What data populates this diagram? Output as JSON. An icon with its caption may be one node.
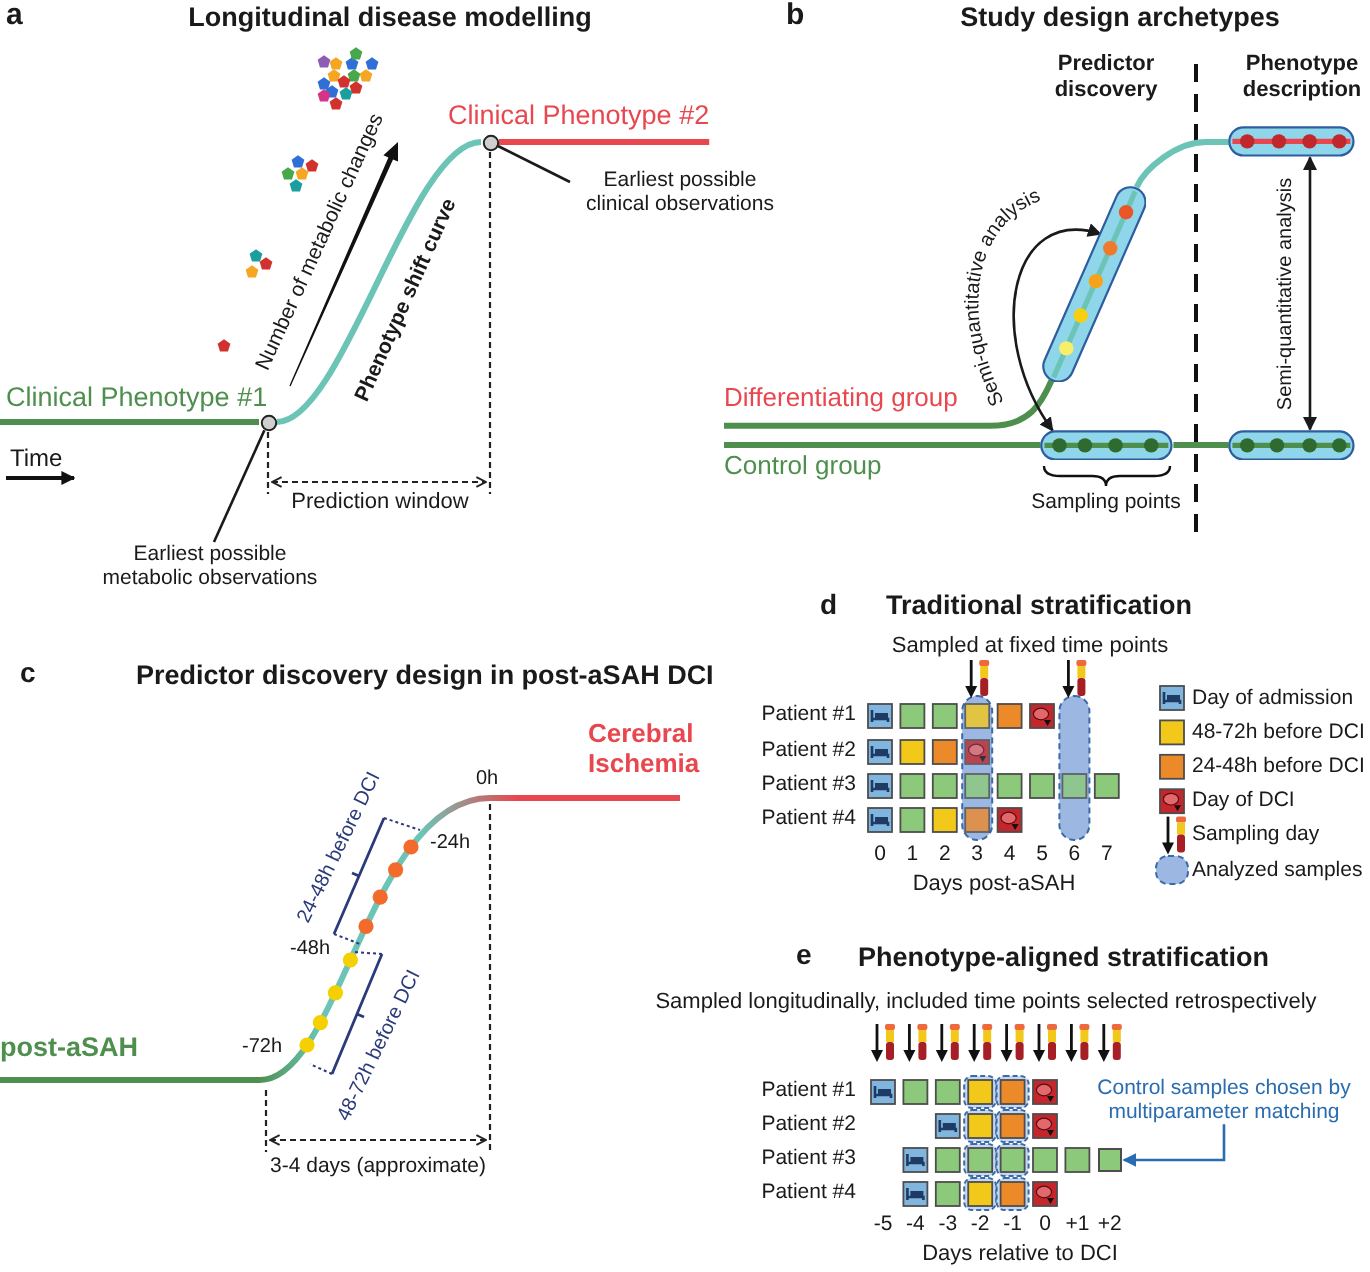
{
  "diagram": {
    "nodes": [
      {
        "text": [
          "Clinical Phenotype #2"
        ]
      },
      {
        "text": [],
        "shape": "circle"
      },
      {
        "text": [
          "Earliest possible clinical observations"
        ]
      },
      {
        "text": [
          "Clinical Phenotype #1"
        ]
      },
      {
        "text": [],
        "shape": "circle"
      },
      {
        "text": [
          "Earliest possible metabolic observations"
        ]
      },
      {
        "text": [],
        "shape": "bar"
      },
      {
        "text": [],
        "shape": "bar"
      },
      {
        "text": [
          "Differentiating group"
        ]
      },
      {
        "text": [],
        "shape": "bar"
      },
      {
        "text": [],
        "shape": "bar"
      },
      {
        "text": [
          "Control group"
        ]
      },
      {
        "text": [
          "Control samples chosen by multiparameter matching"
        ]
      },
      {
        "text": [],
        "shape": "box"
      }
    ],
    "edges": [
      {
        "from": 3,
        "to": 4,
        "arrow": "none",
        "color": "#4e8f4e"
      },
      {
        "from": 4,
        "to": 1,
        "arrow": "none",
        "color": "#6cc4b6",
        "label": "Phenotype shift curve"
      },
      {
        "from": 1,
        "to": 0,
        "arrow": "none",
        "color": "#e8474f"
      },
      {
        "from": 2,
        "to": 1,
        "arrow": "none",
        "color": "#1a1a1a"
      },
      {
        "from": 5,
        "to": 4,
        "arrow": "none",
        "color": "#1a1a1a"
      },
      {
        "from": 8,
        "to": 7,
        "arrow": "none",
        "color": "#4e8f4e"
      },
      {
        "from": 7,
        "to": 6,
        "arrow": "none",
        "color": "#6cc4b6"
      },
      {
        "from": 11,
        "to": 9,
        "arrow": "none",
        "color": "#4e8f4e"
      },
      {
        "from": 9,
        "to": 10,
        "arrow": "none",
        "color": "#4e8f4e"
      },
      {
        "from": 7,
        "to": 9,
        "arrow": "both",
        "label": "Semi-quantitative analysis",
        "color": "#1a1a1a"
      },
      {
        "from": 6,
        "to": 10,
        "arrow": "both",
        "label": "Semi-quantitative analysis",
        "color": "#1a1a1a"
      },
      {
        "from": 12,
        "to": 13,
        "arrow": "to",
        "color": "#2a6cb0"
      }
    ],
    "labels": [
      "a",
      "Longitudinal disease modelling",
      "Number of metabolic changes",
      "Time",
      "Prediction window",
      "b",
      "Study design archetypes",
      "Predictor discovery",
      "Phenotype description",
      "Sampling points",
      "c",
      "Predictor discovery design in post-aSAH DCI",
      "Cerebral Ischemia",
      "0h",
      "24-48h before DCI",
      "-24h",
      "-48h",
      "48-72h before DCI",
      "post-aSAH",
      "-72h",
      "3-4 days (approximate)",
      "d",
      "Traditional stratification",
      "Sampled at fixed time points",
      "Patient #1",
      "Patient #2",
      "Patient #3",
      "Patient #4",
      "0",
      "1",
      "2",
      "3",
      "4",
      "5",
      "6",
      "7",
      "Days post-aSAH",
      "e",
      "Phenotype-aligned stratification",
      "Sampled longitudinally, included time points selected retrospectively",
      "Patient #1",
      "Patient #2",
      "Patient #3",
      "Patient #4",
      "-5",
      "-4",
      "-3",
      "-2",
      "-1",
      "0",
      "+1",
      "+2",
      "Days relative to DCI"
    ],
    "legend": [
      {
        "text": "Day of admission"
      },
      {
        "text": "48-72h before DCI",
        "color": "#f2c81b"
      },
      {
        "text": "24-48h before DCI",
        "color": "#ec8a2a"
      },
      {
        "text": "Day of DCI"
      },
      {
        "text": "Sampling day"
      },
      {
        "text": "Analyzed samples"
      }
    ]
  }
}
